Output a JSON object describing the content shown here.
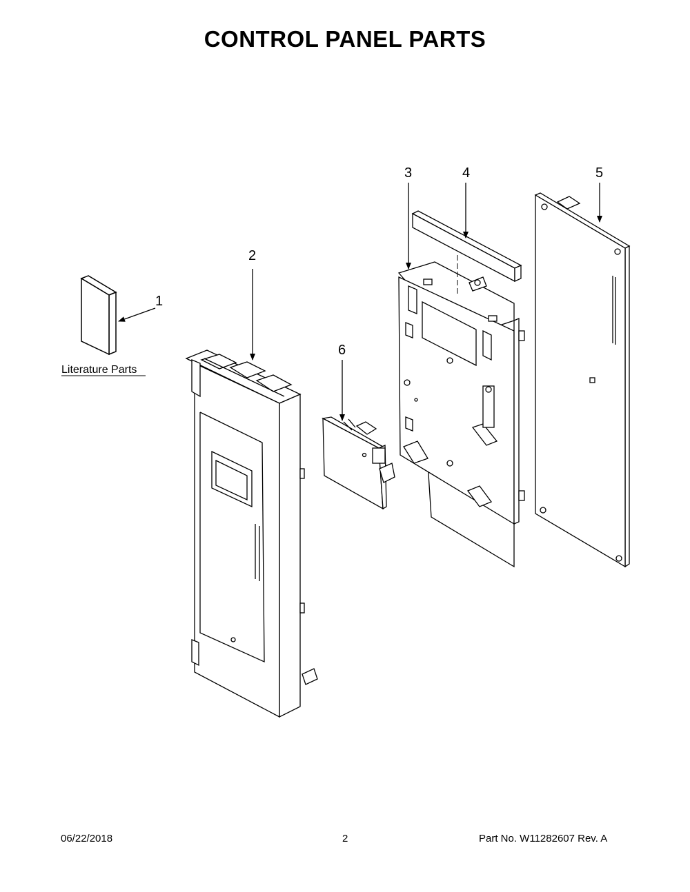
{
  "page": {
    "title": "CONTROL PANEL PARTS"
  },
  "callouts": {
    "c1": "1",
    "c2": "2",
    "c3": "3",
    "c4": "4",
    "c5": "5",
    "c6": "6"
  },
  "literature_label": "Literature Parts",
  "footer": {
    "date": "06/22/2018",
    "page_number": "2",
    "part_number": "Part No.  W11282607  Rev.  A"
  }
}
